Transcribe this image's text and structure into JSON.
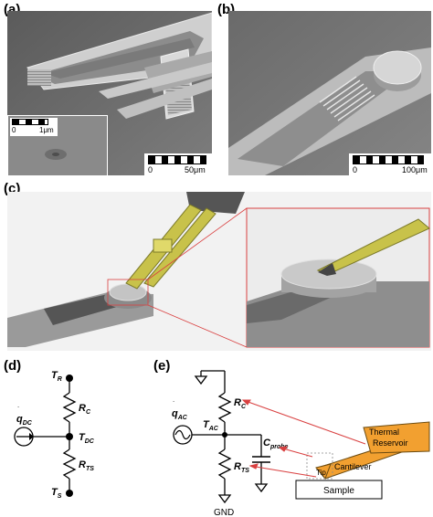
{
  "panels": {
    "a": {
      "letter": "(a)",
      "scale_main": {
        "start": "0",
        "end": "50μm"
      },
      "scale_inset": {
        "start": "0",
        "end": "1μm"
      }
    },
    "b": {
      "letter": "(b)",
      "scale_main": {
        "start": "0",
        "end": "100μm"
      }
    },
    "c": {
      "letter": "(c)"
    },
    "d": {
      "letter": "(d)",
      "labels": {
        "t_r": "T",
        "t_r_sub": "R",
        "r_c": "R",
        "r_c_sub": "C",
        "q_dc": "q",
        "q_dc_sub": "DC",
        "t_dc": "T",
        "t_dc_sub": "DC",
        "r_ts": "R",
        "r_ts_sub": "TS",
        "t_s": "T",
        "t_s_sub": "S"
      }
    },
    "e": {
      "letter": "(e)",
      "labels": {
        "q_ac": "q",
        "q_ac_sub": "AC",
        "t_ac": "T",
        "t_ac_sub": "AC",
        "r_c": "R",
        "r_c_sub": "C",
        "c_probe": "C",
        "c_probe_sub": "probe",
        "r_ts": "R",
        "r_ts_sub": "TS",
        "gnd": "GND",
        "thermal_reservoir": [
          "Thermal",
          "Reservoir"
        ],
        "tip": "Tip",
        "cantilever": "Cantilever",
        "sample": "Sample"
      }
    }
  },
  "colors": {
    "sem_background": "#6e6e6e",
    "cantilever_yellow": "#c8c24a",
    "reservoir_orange": "#f2a030",
    "arrow_red": "#d94040"
  }
}
